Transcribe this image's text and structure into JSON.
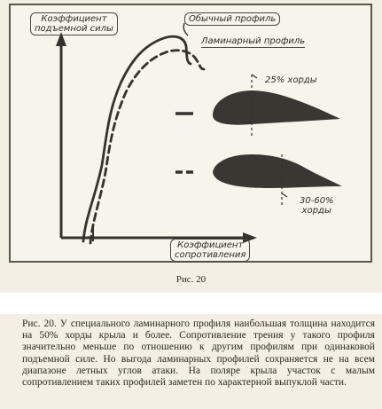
{
  "figure": {
    "lift_coefficient_label": "Коэффициент\nподъемной силы",
    "ordinary_profile_label": "Обычный профиль",
    "laminar_profile_label": "Ламинарный профиль",
    "chord_25_label": "25% хорды",
    "chord_30_60_label": "30-60%\nхорды",
    "drag_coefficient_label": "Коэффициент\nсопротивления"
  },
  "caption_label": "Рис. 20",
  "caption_text": "Рис. 20. У специального ламинарного профиля наибольшая толщина находится на 50% хорды крыла и более. Сопротивление трения у такого профиля значительно меньше по отношению к другим профилям при одинаковой подъемной силе. Но выгода ламинарных профилей сохраняется не на всем диапазоне летных углов атаки. На поляре крыла участок с малым сопротивлением таких профилей заметен по характерной выпуклой части."
}
